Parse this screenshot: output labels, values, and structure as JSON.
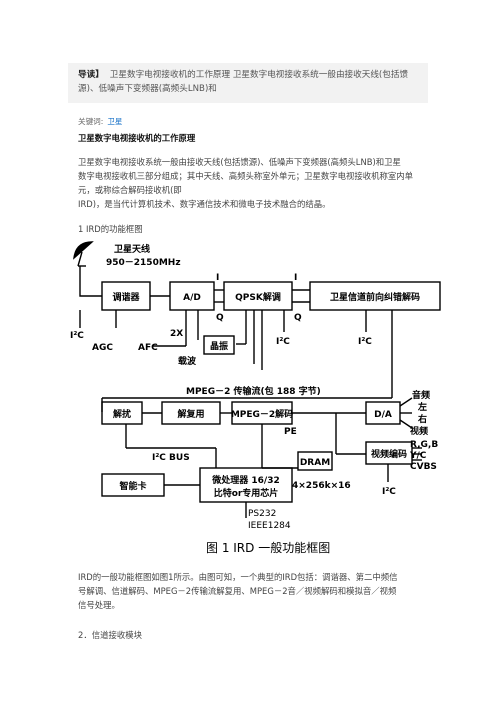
{
  "intro": {
    "label": "导读】",
    "line1": "卫星数字电视接收机的工作原理 卫星数字电视接收系统一般由接收天线(包括馈",
    "line2": "源)、低噪声下变频器(高频头LNB)和"
  },
  "keywords": {
    "label": "关键词:",
    "tag": "卫星"
  },
  "heading": "卫星数字电视接收机的工作原理",
  "para1": {
    "l1": "卫星数字电视接收系统一般由接收天线(包括馈源)、低噪声下变频器(高频头LNB)和卫星",
    "l2": "数字电视接收机三部分组成；其中天线、高频头称室外单元；卫星数字电视接收机称室内单",
    "l3": "元，或称综合解码接收机(即",
    "l4": "IRD)，是当代计算机技术、数字通信技术和微电子技术融合的结晶。"
  },
  "section1": "1 IRD的功能框图",
  "diagram": {
    "antenna": "卫星天线",
    "freq": "950－2150MHz",
    "tuner": "调谐器",
    "ad": "A/D",
    "qpsk": "QPSK解调",
    "fec": "卫星信道前向纠错解码",
    "i_label": "I",
    "q_label": "Q",
    "i2c": "I²C",
    "agc": "AGC",
    "afc": "AFC",
    "carrier_2x": "2X",
    "carrier": "载波",
    "clock": "晶振",
    "mpeg_stream": "MPEG－2 传输流(包 188 字节)",
    "descramble": "解扰",
    "demux": "解复用",
    "mpeg_dec": "MPEG－2解码",
    "pe": "PE",
    "da": "D/A",
    "audio": "音频",
    "left": "左",
    "right": "右",
    "video": "视频",
    "rgb": "R,G,B",
    "yc": "Y/C",
    "cvbs": "CVBS",
    "video_enc": "视频编码",
    "dram": "DRAM",
    "dram_size": "4×256k×16",
    "bus": "I²C  BUS",
    "smartcard": "智能卡",
    "mcu1": "微处理器 16/32",
    "mcu2": "比特or专用芯片",
    "ps232": "PS232",
    "ieee": "IEEE1284",
    "caption": "图 1  IRD 一般功能框图"
  },
  "para2": {
    "l1": "IRD的一般功能框图如图1所示。由图可知，一个典型的IRD包括：调谐器、第二中频信",
    "l2": "号解调、信道解码、MPEG－2传输流解复用、MPEG－2音／视频解码和模拟音／视频",
    "l3": "信号处理。"
  },
  "section2": "2．信道接收模块"
}
